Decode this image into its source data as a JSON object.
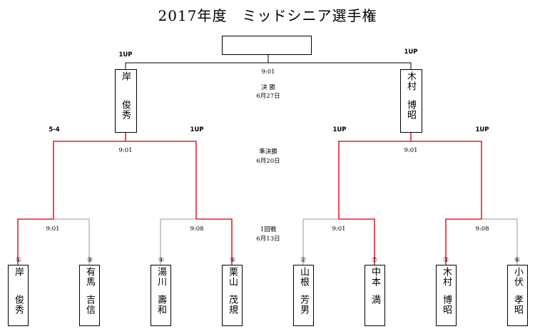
{
  "title": "2017年度　ミッドシニア選手権",
  "rounds": {
    "final": {
      "label": "決 勝",
      "date": "6月27日",
      "time": "9:01"
    },
    "semi": {
      "label": "準決勝",
      "date": "6月20日"
    },
    "first": {
      "label": "1回戦",
      "date": "6月13日"
    }
  },
  "champion": "",
  "finalists": [
    {
      "given": "岸",
      "family": "俊秀",
      "margin": "1UP"
    },
    {
      "given": "木村",
      "family": "博昭",
      "margin": "1UP"
    }
  ],
  "semi_matches": [
    {
      "time": "9:01",
      "margin": "5-4"
    },
    {
      "time": "",
      "margin": "1UP"
    },
    {
      "time": "",
      "margin": "1UP"
    },
    {
      "time": "9:01",
      "margin": "1UP"
    }
  ],
  "first_round_times": [
    "9:01",
    "9:08",
    "9:01",
    "9:08"
  ],
  "players": [
    {
      "seed": "①",
      "given": "岸",
      "family": "俊秀",
      "winner": true
    },
    {
      "seed": "⑧",
      "given": "有馬",
      "family": "吉信",
      "winner": false
    },
    {
      "seed": "④",
      "given": "湯川",
      "family": "壽和",
      "winner": false
    },
    {
      "seed": "⑤",
      "given": "栗山",
      "family": "茂規",
      "winner": true
    },
    {
      "seed": "②",
      "given": "山根",
      "family": "芳男",
      "winner": false
    },
    {
      "seed": "⑦",
      "given": "中本",
      "family": "満",
      "winner": true
    },
    {
      "seed": "③",
      "given": "木村",
      "family": "博昭",
      "winner": true
    },
    {
      "seed": "⑥",
      "given": "小伏",
      "family": "孝昭",
      "winner": false
    }
  ],
  "colors": {
    "win_line": "#e8212a",
    "line": "#999999",
    "box_border": "#000000"
  }
}
